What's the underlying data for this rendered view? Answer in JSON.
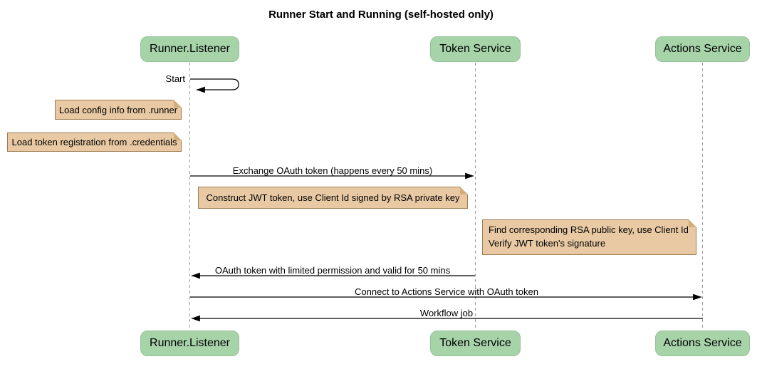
{
  "title": "Runner Start and Running (self-hosted only)",
  "colors": {
    "participant_fill": "#A7D3A9",
    "note_fill": "#E8C9A3",
    "note_border": "#9C7C50",
    "lifeline": "#999999",
    "message_line": "#000000"
  },
  "participants": [
    {
      "id": "runner-listener",
      "label": "Runner.Listener"
    },
    {
      "id": "token-service",
      "label": "Token Service"
    },
    {
      "id": "actions-service",
      "label": "Actions Service"
    }
  ],
  "messages": [
    {
      "label": "Start",
      "from": "Runner.Listener",
      "to": "Runner.Listener",
      "kind": "self"
    },
    {
      "label": "Exchange OAuth token (happens every 50 mins)",
      "from": "Runner.Listener",
      "to": "Token Service",
      "kind": "solid-arrow"
    },
    {
      "label": "OAuth token with limited permission and valid for 50 mins",
      "from": "Token Service",
      "to": "Runner.Listener",
      "kind": "solid-arrow"
    },
    {
      "label": "Connect to Actions Service with OAuth token",
      "from": "Runner.Listener",
      "to": "Actions Service",
      "kind": "solid-arrow"
    },
    {
      "label": "Workflow job",
      "from": "Actions Service",
      "to": "Runner.Listener",
      "kind": "solid-arrow"
    }
  ],
  "notes": [
    {
      "text": "Load config info from .runner",
      "position": "left of Runner.Listener"
    },
    {
      "text": "Load token registration from .credentials",
      "position": "left of Runner.Listener"
    },
    {
      "text": "Construct JWT token, use Client Id signed by RSA private key",
      "position": "over Runner.Listener, Token Service"
    },
    {
      "line1": "Find corresponding RSA public key, use Client Id",
      "line2": "Verify JWT token's signature",
      "position": "left of Actions Service"
    }
  ]
}
